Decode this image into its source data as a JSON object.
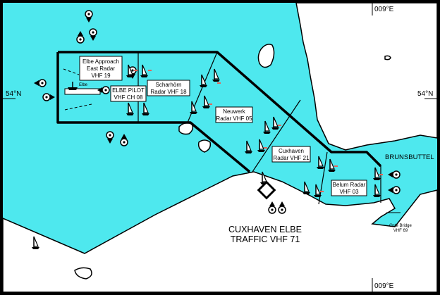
{
  "map": {
    "colors": {
      "sea": "#4ee8ee",
      "land": "#ffffff",
      "border": "#000000",
      "accent": "#e0665a"
    },
    "grid": {
      "meridian_label": "009°E",
      "parallel_label": "54°N"
    },
    "sectors": {
      "elbe_approach": [
        "Elbe Approach",
        "East Radar",
        "VHF 19"
      ],
      "elbe_pilot": [
        "ELBE PILOT",
        "VHF CH 08"
      ],
      "scharhorn": [
        "Scharhörn",
        "Radar VHF 18"
      ],
      "neuwerk": [
        "Neuwerk",
        "Radar VHF 05"
      ],
      "cuxhaven": [
        "Cuxhaven",
        "Radar VHF 21"
      ],
      "belum": [
        "Belum Radar",
        "VHF 03"
      ]
    },
    "places": {
      "brunsbuttel": "BRUNSBUTTEL",
      "elbe_marker": "Elbe",
      "oste_bridge": [
        "Oste Bridge",
        "VHF 69"
      ]
    },
    "traffic_centre": [
      "CUXHAVEN ELBE",
      "TRAFFIC VHF 71"
    ],
    "icons": {
      "reporting_point": "circle-dot-arrow-icon",
      "ship_direction": "sailboat-arrow-icon",
      "lightship": "lightship-icon"
    }
  }
}
